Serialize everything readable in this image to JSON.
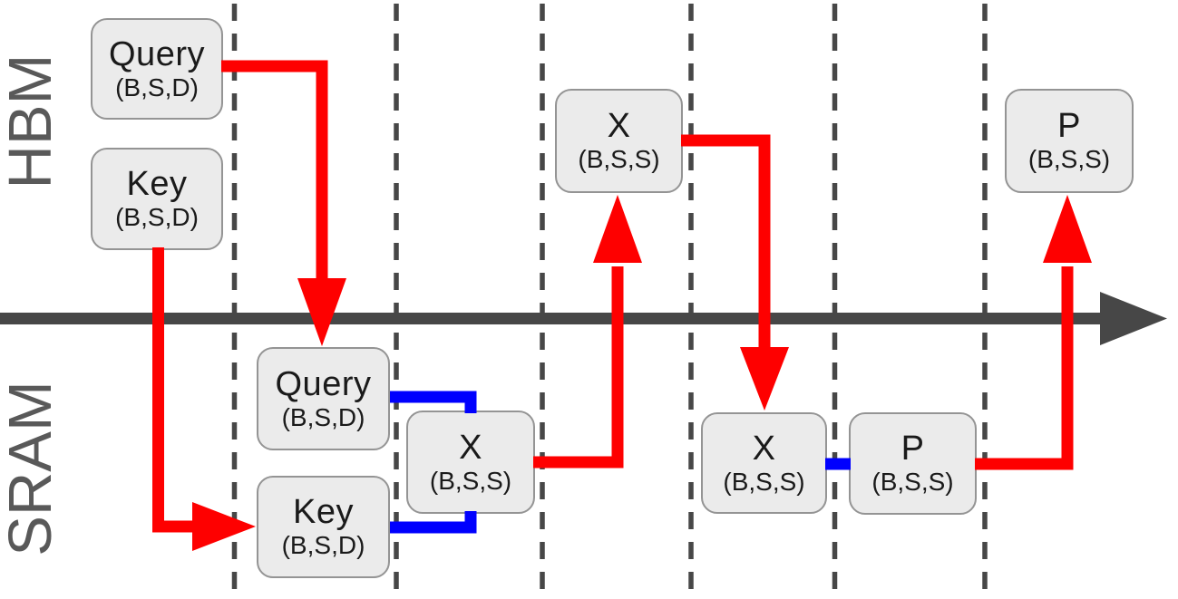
{
  "diagram": {
    "row_labels": {
      "top": "HBM",
      "bottom": "SRAM"
    },
    "boxes": {
      "hbm_query": {
        "title": "Query",
        "dims": "(B,S,D)"
      },
      "hbm_key": {
        "title": "Key",
        "dims": "(B,S,D)"
      },
      "hbm_x": {
        "title": "X",
        "dims": "(B,S,S)"
      },
      "hbm_p": {
        "title": "P",
        "dims": "(B,S,S)"
      },
      "sram_query": {
        "title": "Query",
        "dims": "(B,S,D)"
      },
      "sram_key": {
        "title": "Key",
        "dims": "(B,S,D)"
      },
      "sram_x1": {
        "title": "X",
        "dims": "(B,S,S)"
      },
      "sram_x2": {
        "title": "X",
        "dims": "(B,S,S)"
      },
      "sram_p": {
        "title": "P",
        "dims": "(B,S,S)"
      }
    },
    "colors": {
      "transfer_arrow": "#fe0000",
      "compute_link": "#0000fe",
      "timeline": "#474747",
      "grid_dash": "#474747",
      "box_fill": "#ebebeb",
      "box_border": "#949494",
      "row_label": "#595959",
      "box_text": "#1a1a1a"
    }
  }
}
